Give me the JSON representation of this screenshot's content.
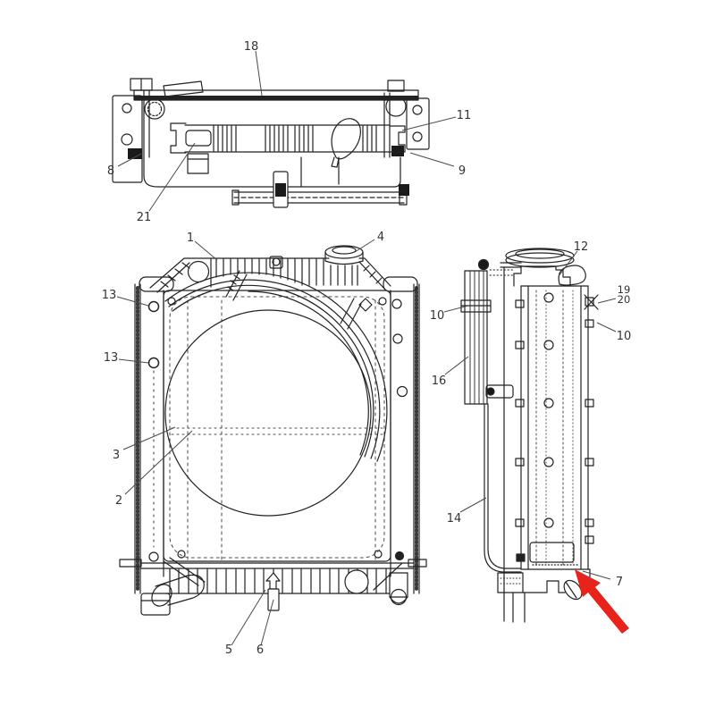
{
  "figure": {
    "type": "technical-parts-diagram",
    "background_color": "#ffffff",
    "line_color": "#222222",
    "label_color": "#333333",
    "arrow_color": "#e8231c"
  },
  "callouts": [
    {
      "text": "18"
    },
    {
      "text": "11"
    },
    {
      "text": "8"
    },
    {
      "text": "9"
    },
    {
      "text": "21"
    },
    {
      "text": "1"
    },
    {
      "text": "4"
    },
    {
      "text": "13"
    },
    {
      "text": "13"
    },
    {
      "text": "3"
    },
    {
      "text": "2"
    },
    {
      "text": "5"
    },
    {
      "text": "6"
    },
    {
      "text": "12"
    },
    {
      "text": "19"
    },
    {
      "text": "20"
    },
    {
      "text": "10"
    },
    {
      "text": "10"
    },
    {
      "text": "16"
    },
    {
      "text": "14"
    },
    {
      "text": "7"
    }
  ],
  "highlight": {
    "shape": "arrow",
    "color": "#e8231c",
    "points_to_part": "7"
  }
}
